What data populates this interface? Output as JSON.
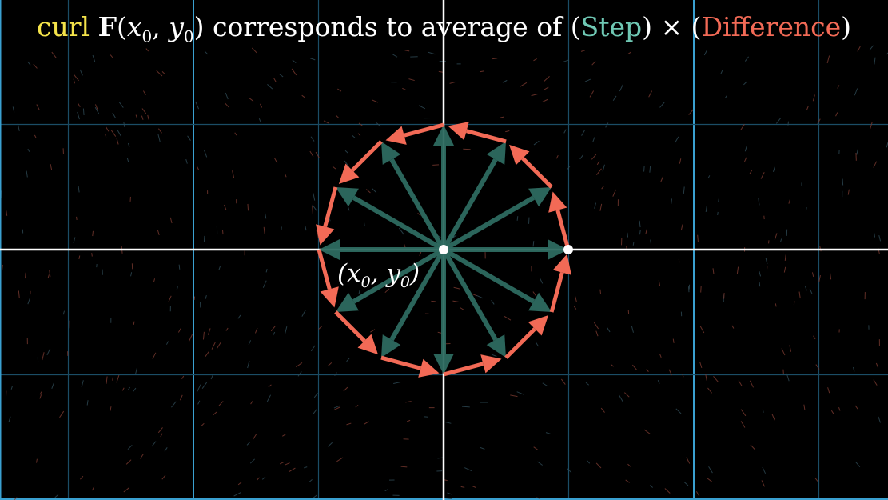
{
  "title": {
    "curl": "curl",
    "F": "F",
    "open_paren": "(",
    "x": "x",
    "x_sub": "0",
    "comma": ", ",
    "y": "y",
    "y_sub": "0",
    "close_paren": ")",
    "middle": " corresponds to average of (",
    "step": "Step",
    "times": ") × (",
    "difference": "Difference",
    "end": ")"
  },
  "point_label": {
    "open": "(",
    "x": "x",
    "x_sub": "0",
    "comma": ", ",
    "y": "y",
    "y_sub": "0",
    "close": ")"
  },
  "colors": {
    "background": "#000000",
    "axis": "#ffffff",
    "grid_major": "#3aa0d0",
    "grid_minor": "#1b4d66",
    "step": "#2e6b60",
    "difference": "#f26a56",
    "curl": "#f4e34a"
  },
  "diagram": {
    "step_vector_count": 12,
    "difference_vector_count": 12,
    "rotation": "counterclockwise"
  }
}
